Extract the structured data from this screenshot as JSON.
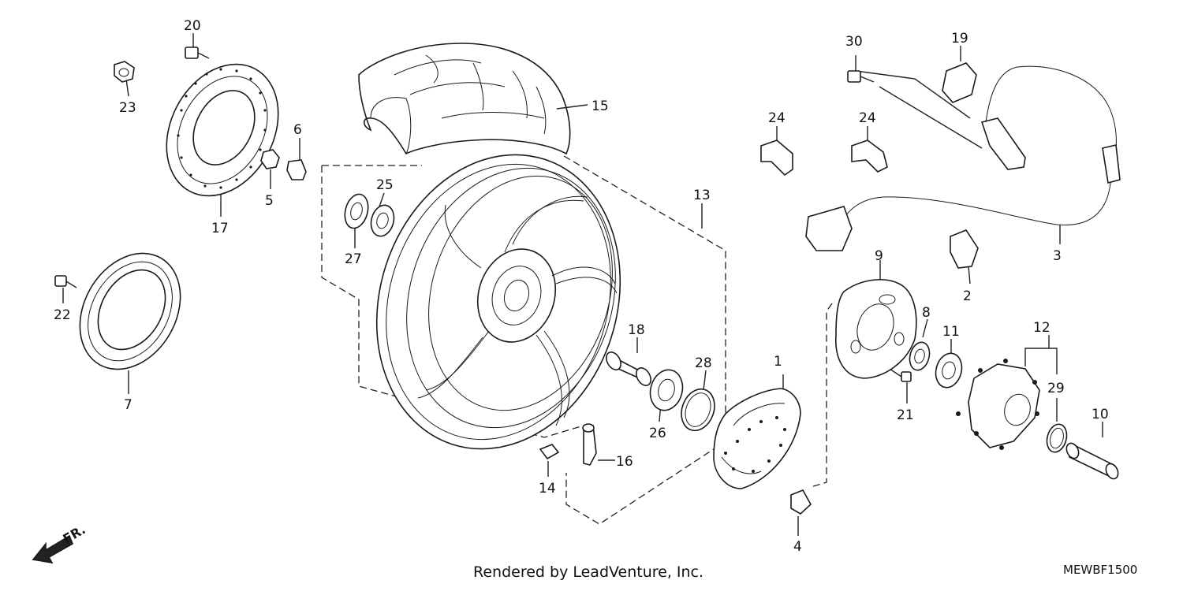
{
  "diagram": {
    "callouts": [
      {
        "id": "c1",
        "label": "1"
      },
      {
        "id": "c2",
        "label": "2"
      },
      {
        "id": "c3",
        "label": "3"
      },
      {
        "id": "c4",
        "label": "4"
      },
      {
        "id": "c5",
        "label": "5"
      },
      {
        "id": "c6",
        "label": "6"
      },
      {
        "id": "c7",
        "label": "7"
      },
      {
        "id": "c8",
        "label": "8"
      },
      {
        "id": "c9",
        "label": "9"
      },
      {
        "id": "c10",
        "label": "10"
      },
      {
        "id": "c11",
        "label": "11"
      },
      {
        "id": "c12",
        "label": "12"
      },
      {
        "id": "c13",
        "label": "13"
      },
      {
        "id": "c14",
        "label": "14"
      },
      {
        "id": "c15",
        "label": "15"
      },
      {
        "id": "c16",
        "label": "16"
      },
      {
        "id": "c17",
        "label": "17"
      },
      {
        "id": "c18",
        "label": "18"
      },
      {
        "id": "c19",
        "label": "19"
      },
      {
        "id": "c20",
        "label": "20"
      },
      {
        "id": "c21",
        "label": "21"
      },
      {
        "id": "c22",
        "label": "22"
      },
      {
        "id": "c23",
        "label": "23"
      },
      {
        "id": "c24a",
        "label": "24"
      },
      {
        "id": "c24b",
        "label": "24"
      },
      {
        "id": "c25",
        "label": "25"
      },
      {
        "id": "c26",
        "label": "26"
      },
      {
        "id": "c27",
        "label": "27"
      },
      {
        "id": "c28",
        "label": "28"
      },
      {
        "id": "c29",
        "label": "29"
      },
      {
        "id": "c30",
        "label": "30"
      }
    ],
    "direction_label": "FR.",
    "footer": "Rendered by LeadVenture, Inc.",
    "diagram_code": "MEWBF1500"
  }
}
